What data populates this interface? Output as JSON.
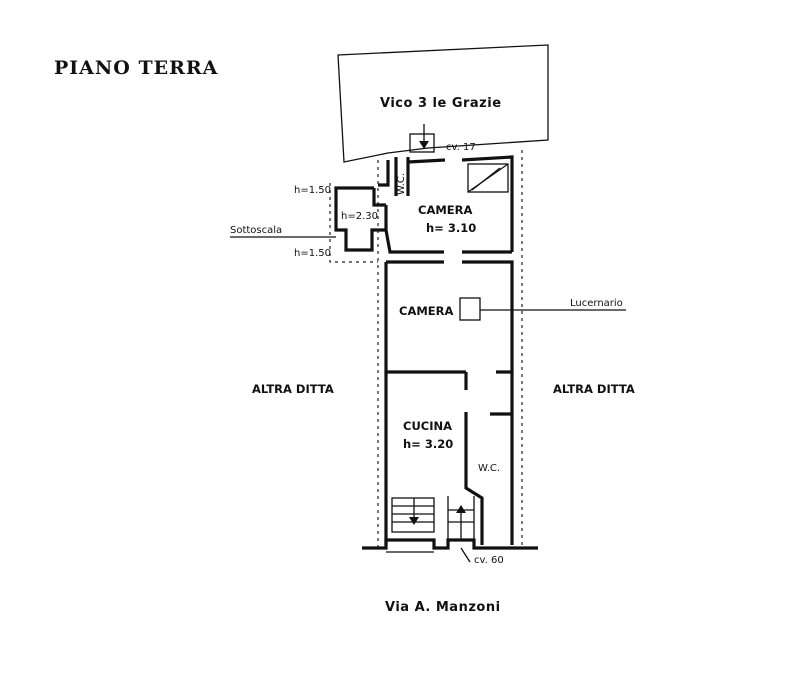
{
  "title": "PIANO TERRA",
  "streets": {
    "top": "Vico 3 le Grazie",
    "bottom": "Via A. Manzoni"
  },
  "civics": {
    "top": "cv. 17",
    "bottom": "cv. 60"
  },
  "neighbours": {
    "left": "ALTRA DITTA",
    "right": "ALTRA DITTA"
  },
  "rooms": {
    "camera_top": {
      "name": "CAMERA",
      "height": "h= 3.10"
    },
    "camera_mid": {
      "name": "CAMERA"
    },
    "cucina": {
      "name": "CUCINA",
      "height": "h= 3.20"
    },
    "wc_top": "W.C.",
    "wc_bottom": "W.C."
  },
  "annotations": {
    "h_top": "h=1.50",
    "h_mid": "h=2.30",
    "h_bottom": "h=1.50",
    "sottoscala": "Sottoscala",
    "lucernario": "Lucernario"
  }
}
